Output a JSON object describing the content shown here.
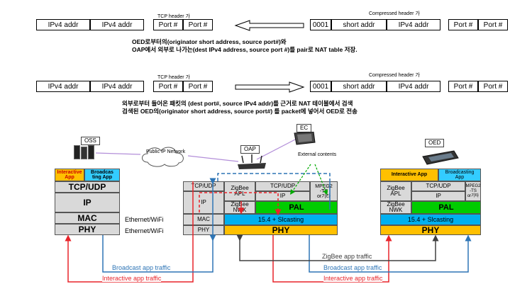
{
  "top_row1": {
    "tcp_title": "TCP header 가",
    "compressed_title": "Compressed header 가",
    "left_cells": [
      "IPv4 addr",
      "IPv4 addr",
      "Port #",
      "Port #"
    ],
    "right_cells": [
      "0001",
      "short addr",
      "IPv4 addr",
      "Port #",
      "Port #"
    ]
  },
  "note1": {
    "line1": "OED로부터의(originator short address, source port#)와",
    "line2": "OAP에서 외부로 나가는(dest IPv4 address, source port #)를 pair로 NAT table 저장."
  },
  "top_row2": {
    "tcp_title": "TCP header 가",
    "compressed_title": "Compressed header 가",
    "left_cells": [
      "IPv4 addr",
      "IPv4 addr",
      "Port #",
      "Port #"
    ],
    "right_cells": [
      "0001",
      "short addr",
      "IPv4 addr",
      "Port #",
      "Port #"
    ]
  },
  "note2": {
    "line1": "외부로부터 들어온 패킷의 (dest port#, source IPv4 addr)를 근거로 NAT 테이블에서 검색",
    "line2": "검색된 OED의(originator short address, source port#) 를 packet에 넣어서 OED로 전송"
  },
  "devices": {
    "oss": "OSS",
    "cloud": "Public IP\nNetwork",
    "oap": "OAP",
    "ec": "EC",
    "external": "External\ncontents",
    "oed": "OED"
  },
  "left_stack": {
    "interactive": "Interactive\nApp",
    "broadcasting": "Broadcas\nting App",
    "tcp": "TCP/UDP",
    "ip": "IP",
    "mac": "MAC",
    "phy": "PHY"
  },
  "ethernet_labels": [
    "Ethernet/WiFi",
    "Ethernet/WiFi"
  ],
  "oap_stack": {
    "tcp": "TCP/UDP",
    "ip": "IP",
    "mac": "MAC",
    "phy": "PHY",
    "zb_apl": "ZigBee\nAPL",
    "zb_tcp": "TCP/UDP",
    "zb_ip": "IP",
    "mpeg": "MPEG2\n-TS\nor기타",
    "zb_nwk": "ZigBee\nNWK",
    "pal": "PAL",
    "sicasting": "15.4 + Slcasting",
    "phy2": "PHY"
  },
  "oed_stack": {
    "interactive": "Interactive App",
    "broadcasting": "Broadcasting\nApp",
    "zb_apl": "ZigBee\nAPL",
    "tcp": "TCP/UDP",
    "mpeg": "MPEG2\n-TS\nor기타",
    "ip": "IP",
    "zb_nwk": "ZigBee\nNWK",
    "pal": "PAL",
    "sicasting": "15.4 + Slcasting",
    "phy": "PHY"
  },
  "traffic": {
    "zigbee": "ZigBee app traffic",
    "broadcast_left": "Broadcast app traffic",
    "broadcast_right": "Broadcast app traffic",
    "interactive_left": "Interactive app traffic",
    "interactive_right": "Interactive app traffic"
  },
  "colors": {
    "interactive": "#e8242a",
    "broadcast": "#2e75b6",
    "zigbee": "#404040",
    "pal": "#00cc00",
    "app": "#ffc000",
    "sicasting": "#00b0f0"
  }
}
